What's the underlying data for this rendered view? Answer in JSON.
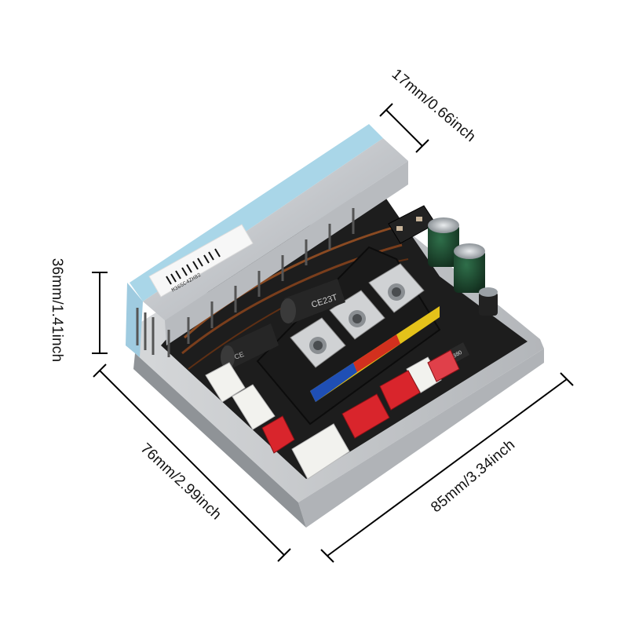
{
  "image": {
    "subject": "Scooter motor controller board",
    "background_color": "#ffffff"
  },
  "dimensions": {
    "depth": "17mm/0.66inch",
    "height": "36mm/1.41inch",
    "width": "76mm/2.99inch",
    "length": "85mm/3.34inch"
  },
  "board": {
    "capacitor_marking": "CE23T",
    "capacitor_marking_small": "CE",
    "relay_marking": "B80",
    "barcode_text": "M365C4ZH82"
  },
  "colors": {
    "heatsink": "#c9ccd0",
    "board": "#1d1d1d",
    "connector_white": "#f2f2ee",
    "connector_red": "#d9252c",
    "insulation_blue": "#a9d6e8",
    "capacitor_green": "#1f4a32"
  }
}
